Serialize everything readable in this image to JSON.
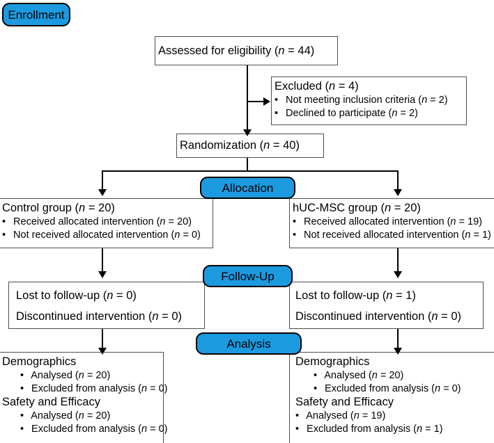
{
  "diagram": {
    "title": "CONSORT participant flow diagram",
    "accent_color": "#1c9ae0",
    "border_color": "#4d4d4d",
    "line_color": "#000000"
  },
  "stages": {
    "enrollment": "Enrollment",
    "allocation": "Allocation",
    "followup": "Follow-Up",
    "analysis": "Analysis"
  },
  "assessed": {
    "text_before": "Assessed for eligibility (",
    "n_symbol": "n",
    "text_after": " = 44)"
  },
  "excluded": {
    "header_before": "Excluded (",
    "header_n": "n",
    "header_after": " = 4)",
    "items": [
      {
        "before": "Not meeting inclusion criteria (",
        "n": "n",
        "after": " = 2)"
      },
      {
        "before": "Declined to participate (",
        "n": "n",
        "after": " = 2)"
      }
    ]
  },
  "randomization": {
    "text_before": "Randomization (",
    "n_symbol": "n",
    "text_after": " = 40)"
  },
  "allocation": {
    "left": {
      "header_before": "Control group (",
      "header_n": "n",
      "header_after": " = 20)",
      "items": [
        {
          "before": "Received allocated intervention (",
          "n": "n",
          "after": " = 20)"
        },
        {
          "before": "Not received allocated intervention (",
          "n": "n",
          "after": " = 0)"
        }
      ]
    },
    "right": {
      "header_before": "hUC-MSC group (",
      "header_n": "n",
      "header_after": " = 20)",
      "items": [
        {
          "before": "Received allocated intervention (",
          "n": "n",
          "after": " = 19)"
        },
        {
          "before": "Not received allocated intervention (",
          "n": "n",
          "after": " = 1)"
        }
      ]
    }
  },
  "followup": {
    "left": {
      "lost_before": "Lost to follow-up (",
      "lost_n": "n",
      "lost_after": " = 0)",
      "disc_before": "Discontinued intervention (",
      "disc_n": "n",
      "disc_after": " = 0)"
    },
    "right": {
      "lost_before": "Lost to follow-up (",
      "lost_n": "n",
      "lost_after": " = 1)",
      "disc_before": "Discontinued intervention (",
      "disc_n": "n",
      "disc_after": " = 0)"
    }
  },
  "analysis": {
    "left": {
      "section1_title": "Demographics",
      "section1_items": [
        {
          "before": "Analysed (",
          "n": "n",
          "after": " = 20)"
        },
        {
          "before": "Excluded from analysis (",
          "n": "n",
          "after": " = 0)"
        }
      ],
      "section2_title": "Safety and Efficacy",
      "section2_items": [
        {
          "before": "Analysed (",
          "n": "n",
          "after": " = 20)"
        },
        {
          "before": "Excluded from analysis (",
          "n": "n",
          "after": " = 0)"
        }
      ]
    },
    "right": {
      "section1_title": "Demographics",
      "section1_items": [
        {
          "before": "Analysed (",
          "n": "n",
          "after": " = 20)"
        },
        {
          "before": "Excluded from analysis (",
          "n": "n",
          "after": " = 0)"
        }
      ],
      "section2_title": "Safety and Efficacy",
      "section2_items": [
        {
          "before": "Analysed (",
          "n": "n",
          "after": " = 19)"
        },
        {
          "before": "Excluded from analysis (",
          "n": "n",
          "after": " = 1)"
        }
      ]
    }
  }
}
